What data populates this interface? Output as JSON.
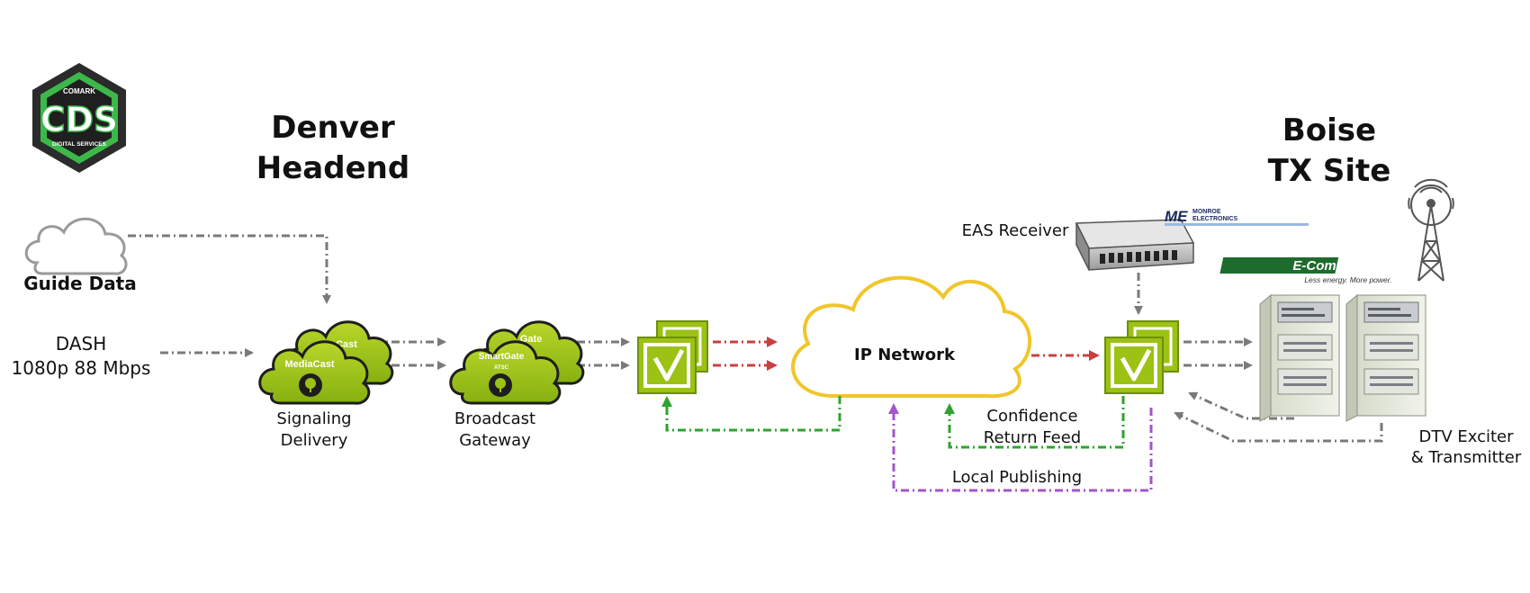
{
  "headend": {
    "line1": "Denver",
    "line2": "Headend"
  },
  "tx_site": {
    "line1": "Boise",
    "line2": "TX Site"
  },
  "logo": {
    "name": "COMARK",
    "mark": "CDS",
    "tagline": "DIGITAL SERVICES",
    "colors": {
      "outer": "#2b2b2b",
      "ring": "#3cb84a",
      "inner": "#1f1f1f"
    }
  },
  "guide_data": {
    "label": "Guide Data"
  },
  "dash": {
    "line1": "DASH",
    "line2": "1080p 88 Mbps"
  },
  "mediacast": {
    "cloud_back_text": "Cast",
    "cloud_front_text": "MediaCast",
    "label_line1": "Signaling",
    "label_line2": "Delivery"
  },
  "smartgate": {
    "cloud_back_text": "Gate",
    "cloud_front_text": "SmartGate",
    "cloud_front_sub": "ATSC",
    "label_line1": "Broadcast",
    "label_line2": "Gateway"
  },
  "ip_network": {
    "label": "IP Network"
  },
  "eas": {
    "label": "EAS Receiver"
  },
  "monroe": {
    "mark": "ME",
    "line1": "MONROE",
    "line2": "ELECTRONICS"
  },
  "ecompact": {
    "mark": "E-Compact",
    "tagline": "Less energy. More power."
  },
  "confidence": {
    "line1": "Confidence",
    "line2": "Return Feed"
  },
  "local_publishing": {
    "label": "Local Publishing"
  },
  "exciter": {
    "line1": "DTV Exciter",
    "line2": "& Transmitter"
  },
  "colors": {
    "gray_flow": "#7a7a7a",
    "red_flow": "#c94040",
    "green_flow": "#2fa32f",
    "purple_flow": "#a355c9",
    "lime": "#9bc215",
    "cloud_outline": "#f0c62a"
  }
}
